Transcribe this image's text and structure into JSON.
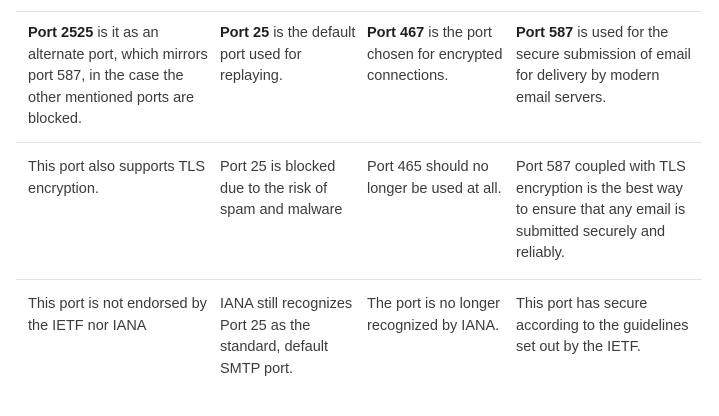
{
  "table": {
    "rows": [
      [
        {
          "bold": "Port 2525",
          "text": " is it as an alternate port, which mirrors port 587, in the case the other mentioned ports are blocked."
        },
        {
          "bold": "Port 25",
          "text": " is the default port used for replaying."
        },
        {
          "bold": "Port 467",
          "text": " is the port chosen for encrypted connections."
        },
        {
          "bold": "Port 587",
          "text": " is used for the secure submission of email for delivery by modern email servers."
        }
      ],
      [
        {
          "bold": "",
          "text": "This port also supports TLS encryption."
        },
        {
          "bold": "",
          "text": "Port 25 is blocked due to the risk of spam and malware"
        },
        {
          "bold": "",
          "text": "Port 465 should no longer be used at all."
        },
        {
          "bold": "",
          "text": "Port 587 coupled with TLS encryption is the best way to ensure that any email is submitted securely and reliably."
        }
      ],
      [
        {
          "bold": "",
          "text": "This port is not endorsed by the IETF nor IANA"
        },
        {
          "bold": "",
          "text": "IANA still recognizes Port 25 as the standard, default SMTP port."
        },
        {
          "bold": "",
          "text": "The port is no longer recognized by IANA."
        },
        {
          "bold": "",
          "text": "This port has secure according to  the guidelines set out by the IETF."
        }
      ]
    ]
  }
}
